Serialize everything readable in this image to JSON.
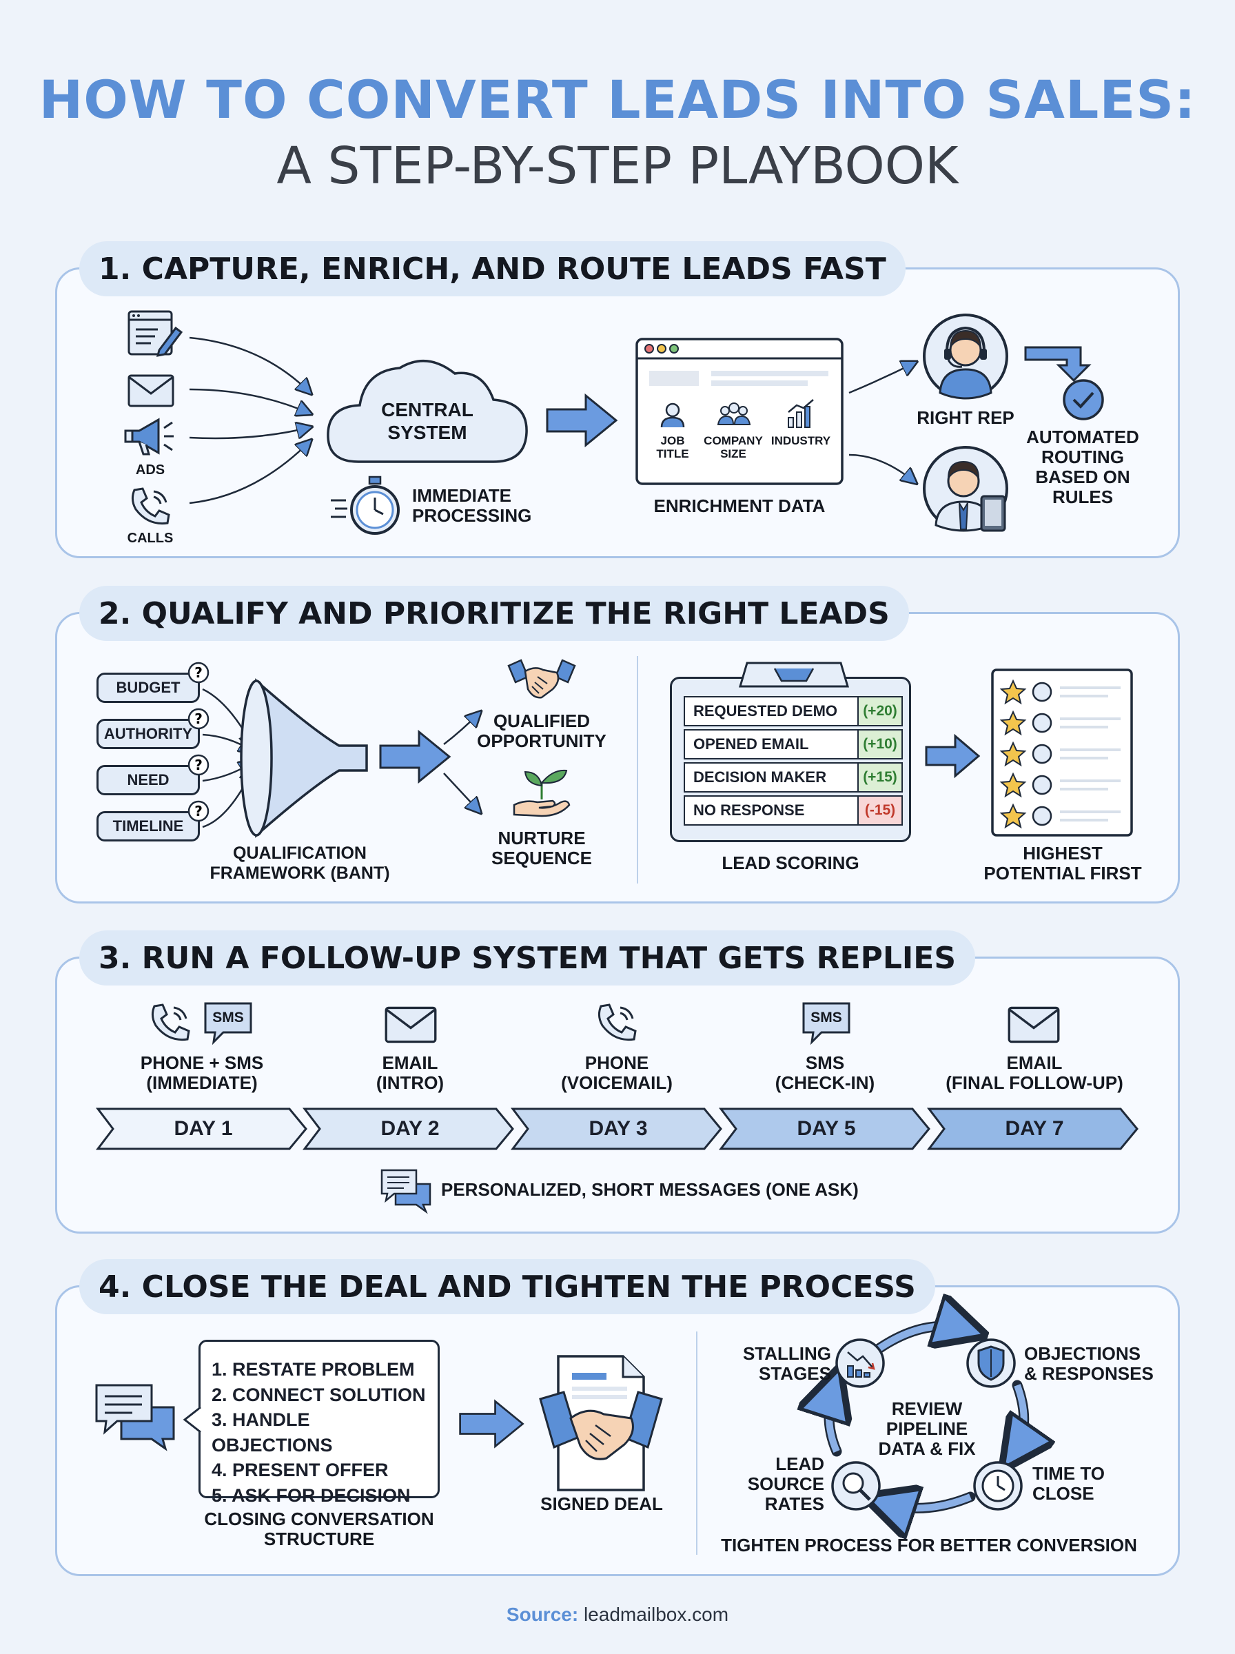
{
  "title": {
    "line1": "HOW TO CONVERT LEADS INTO SALES:",
    "line2": "A STEP-BY-STEP PLAYBOOK"
  },
  "sections": {
    "s1": {
      "heading": "1. CAPTURE, ENRICH, AND ROUTE LEADS FAST",
      "channel_labels": {
        "ads": "ADS",
        "calls": "CALLS"
      },
      "central_system": "CENTRAL\nSYSTEM",
      "immediate_processing": "IMMEDIATE\nPROCESSING",
      "enrichment_fields": {
        "job_title": "JOB\nTITLE",
        "company_size": "COMPANY\nSIZE",
        "industry": "INDUSTRY"
      },
      "enrichment_data": "ENRICHMENT DATA",
      "right_rep": "RIGHT REP",
      "automated_routing": "AUTOMATED\nROUTING\nBASED ON\nRULES"
    },
    "s2": {
      "heading": "2. QUALIFY AND PRIORITIZE THE RIGHT LEADS",
      "bant": [
        "BUDGET",
        "AUTHORITY",
        "NEED",
        "TIMELINE"
      ],
      "framework": "QUALIFICATION\nFRAMEWORK (BANT)",
      "qualified": "QUALIFIED\nOPPORTUNITY",
      "nurture": "NURTURE\nSEQUENCE",
      "scores": [
        {
          "label": "REQUESTED DEMO",
          "value": "(+20)",
          "kind": "pos"
        },
        {
          "label": "OPENED EMAIL",
          "value": "(+10)",
          "kind": "pos"
        },
        {
          "label": "DECISION MAKER",
          "value": "(+15)",
          "kind": "pos"
        },
        {
          "label": "NO RESPONSE",
          "value": "(-15)",
          "kind": "neg"
        }
      ],
      "lead_scoring": "LEAD SCORING",
      "highest_potential": "HIGHEST\nPOTENTIAL FIRST"
    },
    "s3": {
      "heading": "3. RUN A FOLLOW-UP SYSTEM THAT GETS REPLIES",
      "sms_badge": "SMS",
      "steps": [
        {
          "channel": "PHONE + SMS\n(IMMEDIATE)",
          "day": "DAY 1"
        },
        {
          "channel": "EMAIL\n(INTRO)",
          "day": "DAY 2"
        },
        {
          "channel": "PHONE\n(VOICEMAIL)",
          "day": "DAY 3"
        },
        {
          "channel": "SMS\n(CHECK-IN)",
          "day": "DAY 5"
        },
        {
          "channel": "EMAIL\n(FINAL FOLLOW-UP)",
          "day": "DAY 7"
        }
      ],
      "note": "PERSONALIZED, SHORT MESSAGES (ONE ASK)"
    },
    "s4": {
      "heading": "4. CLOSE THE DEAL AND TIGHTEN THE PROCESS",
      "closing_steps": [
        "1. RESTATE PROBLEM",
        "2. CONNECT SOLUTION",
        "3. HANDLE OBJECTIONS",
        "4. PRESENT OFFER",
        "5. ASK FOR DECISION"
      ],
      "closing_structure": "CLOSING CONVERSATION\nSTRUCTURE",
      "signed_deal": "SIGNED DEAL",
      "stalling": "STALLING\nSTAGES",
      "objections": "OBJECTIONS\n& RESPONSES",
      "review": "REVIEW\nPIPELINE\nDATA & FIX",
      "lead_source": "LEAD\nSOURCE\nRATES",
      "time_to_close": "TIME TO\nCLOSE",
      "tighten": "TIGHTEN PROCESS FOR BETTER CONVERSION"
    }
  },
  "source": {
    "label": "Source:",
    "value": "leadmailbox.com"
  },
  "colors": {
    "accent": "#5b8fd6",
    "panel_border": "#a9c4e8",
    "positive": "#2e7d32",
    "negative": "#c0392b"
  }
}
